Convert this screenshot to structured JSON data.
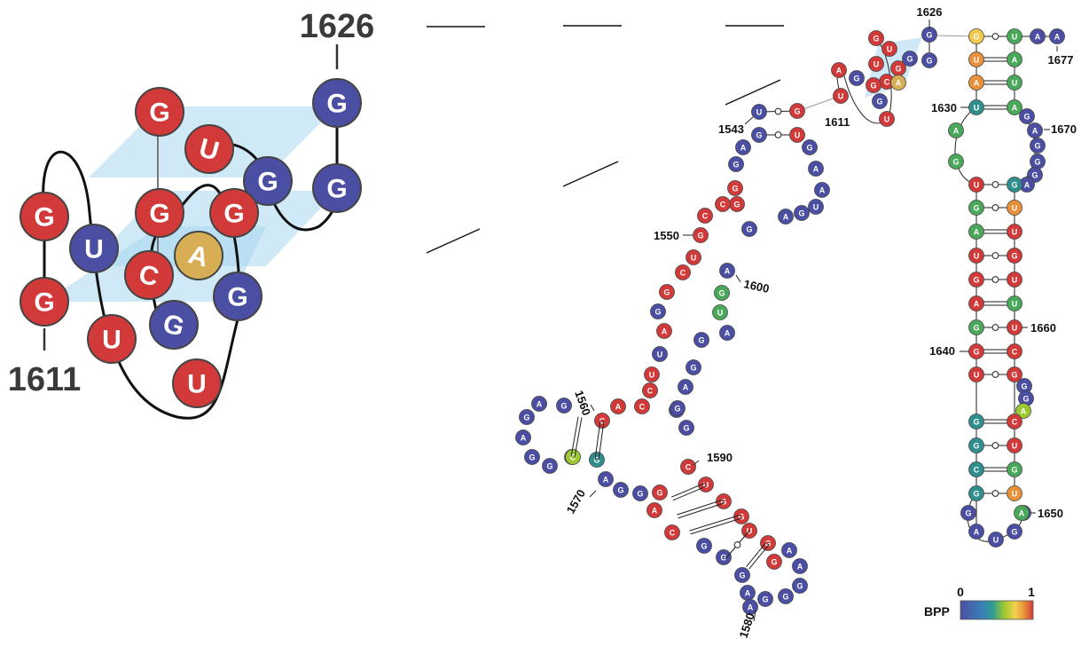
{
  "colors": {
    "blue": "#4b4fa3",
    "red": "#d23a3a",
    "orange": "#e8913a",
    "green": "#4aa85a",
    "teal": "#2f8f8f",
    "yellow": "#f2c94c",
    "lime": "#9cc832",
    "gold": "#d8ae55",
    "plane": "#a9d7ef"
  },
  "quad_inset": {
    "top_label": "1626",
    "bottom_label": "1611",
    "nucleotides": [
      {
        "letter": "G",
        "color": "red"
      },
      {
        "letter": "U",
        "color": "red"
      },
      {
        "letter": "G",
        "color": "blue"
      },
      {
        "letter": "G",
        "color": "blue"
      },
      {
        "letter": "G",
        "color": "blue"
      },
      {
        "letter": "G",
        "color": "red"
      },
      {
        "letter": "G",
        "color": "red"
      },
      {
        "letter": "A",
        "color": "gold"
      },
      {
        "letter": "G",
        "color": "red"
      },
      {
        "letter": "U",
        "color": "blue"
      },
      {
        "letter": "C",
        "color": "red"
      },
      {
        "letter": "G",
        "color": "blue"
      },
      {
        "letter": "G",
        "color": "red"
      },
      {
        "letter": "G",
        "color": "blue"
      },
      {
        "letter": "U",
        "color": "red"
      },
      {
        "letter": "U",
        "color": "red"
      }
    ]
  },
  "structure": {
    "position_labels": [
      "1626",
      "1677",
      "1630",
      "1670",
      "1543",
      "1611",
      "1550",
      "1600",
      "1660",
      "1640",
      "1560",
      "1590",
      "1570",
      "1650",
      "1580"
    ],
    "mini_quad": [
      "G",
      "U",
      "G",
      "G",
      "G",
      "G",
      "U",
      "C",
      "A",
      "G",
      "G",
      "G",
      "U",
      "U"
    ],
    "main_stem_pairs": [
      {
        "l": "G",
        "lc": "yellow",
        "r": "U",
        "rc": "green"
      },
      {
        "l": "U",
        "lc": "orange",
        "r": "A",
        "rc": "green"
      },
      {
        "l": "A",
        "lc": "orange",
        "r": "U",
        "rc": "green"
      },
      {
        "l": "U",
        "lc": "teal",
        "r": "A",
        "rc": "green"
      }
    ],
    "tail": [
      {
        "letter": "A",
        "color": "blue"
      },
      {
        "letter": "A",
        "color": "blue"
      }
    ],
    "loop_left": [
      {
        "letter": "A",
        "color": "green"
      },
      {
        "letter": "G",
        "color": "green"
      }
    ],
    "loop_right": [
      {
        "letter": "G",
        "color": "blue"
      },
      {
        "letter": "A",
        "color": "blue"
      },
      {
        "letter": "G",
        "color": "blue"
      },
      {
        "letter": "G",
        "color": "blue"
      },
      {
        "letter": "G",
        "color": "blue"
      },
      {
        "letter": "A",
        "color": "blue"
      }
    ],
    "right_stem_pairs": [
      {
        "l": "U",
        "lc": "red",
        "r": "G",
        "rc": "teal"
      },
      {
        "l": "G",
        "lc": "green",
        "r": "U",
        "rc": "orange"
      },
      {
        "l": "A",
        "lc": "green",
        "r": "U",
        "rc": "red"
      },
      {
        "l": "U",
        "lc": "red",
        "r": "G",
        "rc": "red"
      },
      {
        "l": "G",
        "lc": "red",
        "r": "U",
        "rc": "red"
      },
      {
        "l": "A",
        "lc": "red",
        "r": "U",
        "rc": "green"
      },
      {
        "l": "G",
        "lc": "green",
        "r": "U",
        "rc": "red"
      },
      {
        "l": "G",
        "lc": "red",
        "r": "C",
        "rc": "red"
      },
      {
        "l": "U",
        "lc": "red",
        "r": "G",
        "rc": "red"
      }
    ],
    "right_bulge": [
      {
        "letter": "G",
        "color": "blue"
      },
      {
        "letter": "G",
        "color": "blue"
      },
      {
        "letter": "A",
        "color": "lime"
      }
    ],
    "right_stem_lower": [
      {
        "l": "G",
        "lc": "teal",
        "r": "C",
        "rc": "red"
      },
      {
        "l": "G",
        "lc": "teal",
        "r": "U",
        "rc": "red"
      },
      {
        "l": "C",
        "lc": "teal",
        "r": "G",
        "rc": "green"
      },
      {
        "l": "G",
        "lc": "teal",
        "r": "U",
        "rc": "orange"
      }
    ],
    "bottom_loop": [
      {
        "letter": "G",
        "color": "blue"
      },
      {
        "letter": "A",
        "color": "blue"
      },
      {
        "letter": "U",
        "color": "blue"
      },
      {
        "letter": "G",
        "color": "blue"
      },
      {
        "letter": "G",
        "color": "blue"
      },
      {
        "letter": "A",
        "color": "green"
      }
    ],
    "left_arm": [
      {
        "l": "U",
        "lc": "blue",
        "r": "G",
        "rc": "red"
      },
      {
        "l": "G",
        "lc": "blue",
        "r": "U",
        "rc": "red"
      },
      {
        "l": "A",
        "lc": "blue",
        "r": "G",
        "rc": "blue"
      },
      {
        "l": "G",
        "lc": "blue",
        "r": "A",
        "rc": "blue"
      },
      {
        "l": "G",
        "lc": "red",
        "r": "A",
        "rc": "blue"
      },
      {
        "l": "G",
        "lc": "red",
        "r": "U",
        "rc": "blue"
      },
      {
        "l": "C",
        "lc": "red",
        "r": "G",
        "rc": "blue"
      },
      {
        "l": "C",
        "lc": "red",
        "r": "A",
        "rc": "blue"
      },
      {
        "l": "G",
        "lc": "red",
        "r": "G",
        "rc": "blue"
      },
      {
        "l": "U",
        "lc": "red",
        "r": "A",
        "rc": "blue"
      },
      {
        "l": "C",
        "lc": "red",
        "r": "G",
        "rc": "green"
      },
      {
        "l": "G",
        "lc": "red",
        "r": "U",
        "rc": "green"
      },
      {
        "l": "G",
        "lc": "blue",
        "r": "A",
        "rc": "blue"
      },
      {
        "l": "A",
        "lc": "red",
        "r": "G",
        "rc": "blue"
      },
      {
        "l": "U",
        "lc": "blue",
        "r": "G",
        "rc": "blue"
      },
      {
        "l": "U",
        "lc": "red",
        "r": "A",
        "rc": "blue"
      },
      {
        "l": "C",
        "lc": "red",
        "r": "U",
        "rc": "blue"
      },
      {
        "l": "C",
        "lc": "red",
        "r": "G",
        "rc": "blue"
      },
      {
        "l": "A",
        "lc": "red",
        "r": "G",
        "rc": "blue"
      }
    ],
    "hairpin_left": [
      {
        "letter": "G",
        "color": "blue"
      },
      {
        "letter": "A",
        "color": "blue"
      },
      {
        "letter": "G",
        "color": "blue"
      },
      {
        "letter": "G",
        "color": "blue"
      },
      {
        "letter": "G",
        "color": "blue"
      },
      {
        "letter": "A",
        "color": "blue"
      },
      {
        "letter": "G",
        "color": "blue"
      },
      {
        "letter": "C",
        "color": "lime"
      },
      {
        "letter": "G",
        "color": "teal"
      },
      {
        "letter": "C",
        "color": "red"
      },
      {
        "letter": "A",
        "color": "blue"
      },
      {
        "letter": "G",
        "color": "blue"
      },
      {
        "letter": "G",
        "color": "blue"
      }
    ],
    "hairpin_right": [
      {
        "letter": "G",
        "color": "red"
      },
      {
        "letter": "C",
        "color": "red"
      },
      {
        "letter": "A",
        "color": "red"
      },
      {
        "letter": "C",
        "color": "red"
      },
      {
        "letter": "G",
        "color": "blue"
      },
      {
        "letter": "G",
        "color": "blue"
      },
      {
        "letter": "U",
        "color": "red"
      },
      {
        "letter": "G",
        "color": "red"
      },
      {
        "letter": "G",
        "color": "red"
      },
      {
        "letter": "U",
        "color": "red"
      },
      {
        "letter": "G",
        "color": "red"
      },
      {
        "letter": "G",
        "color": "red"
      },
      {
        "letter": "A",
        "color": "blue"
      },
      {
        "letter": "A",
        "color": "blue"
      },
      {
        "letter": "G",
        "color": "blue"
      },
      {
        "letter": "G",
        "color": "blue"
      },
      {
        "letter": "G",
        "color": "blue"
      },
      {
        "letter": "A",
        "color": "blue"
      },
      {
        "letter": "G",
        "color": "blue"
      },
      {
        "letter": "A",
        "color": "blue"
      }
    ]
  },
  "legend": {
    "label": "BPP",
    "min": "0",
    "max": "1"
  }
}
